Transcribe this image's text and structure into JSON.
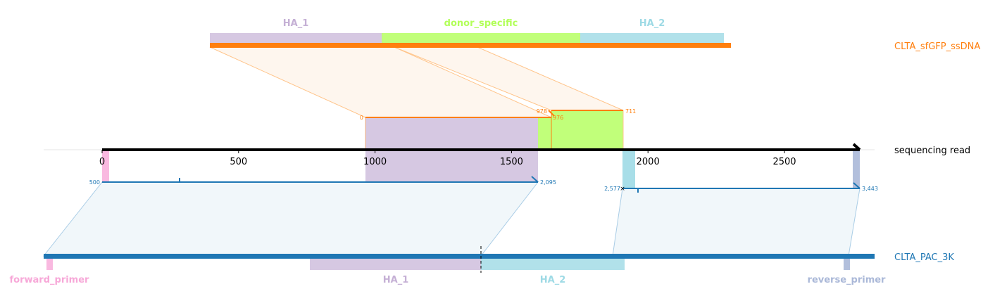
{
  "sequences": {
    "donor": {
      "name": "CLTA_sfGFP_ssDNA",
      "color": "#ff7f0e"
    },
    "read": {
      "name": "sequencing read",
      "color": "#000000"
    },
    "reference": {
      "name": "CLTA_PAC_3K",
      "color": "#1f77b4"
    }
  },
  "donor_features": [
    {
      "label": "HA_1",
      "color": "#c5b0d5"
    },
    {
      "label": "donor_specific",
      "color": "#b2ff59"
    },
    {
      "label": "HA_2",
      "color": "#9edae5"
    }
  ],
  "reference_features": [
    {
      "label": "forward_primer",
      "color": "#f7a8d8"
    },
    {
      "label": "HA_1",
      "color": "#c5b0d5"
    },
    {
      "label": "HA_2",
      "color": "#9edae5"
    },
    {
      "label": "reverse_primer",
      "color": "#aab8d8"
    }
  ],
  "axis": {
    "ticks": [
      "0",
      "500",
      "1000",
      "1500",
      "2000",
      "2500"
    ],
    "range": [
      -220,
      2840
    ]
  },
  "donor_alignments": [
    {
      "start_label": "0",
      "end_label": "978"
    },
    {
      "start_label": "976",
      "end_label": "711"
    }
  ],
  "reference_alignments": [
    {
      "start_label": "500",
      "end_label": "2,095"
    },
    {
      "start_label": "2,577",
      "end_label": "3,443"
    }
  ],
  "colors": {
    "donor_fill": "#fdf0e2",
    "donor_edge": "#ffc48a",
    "ref_fill": "#e8f1f7",
    "ref_edge": "#aacde6"
  }
}
